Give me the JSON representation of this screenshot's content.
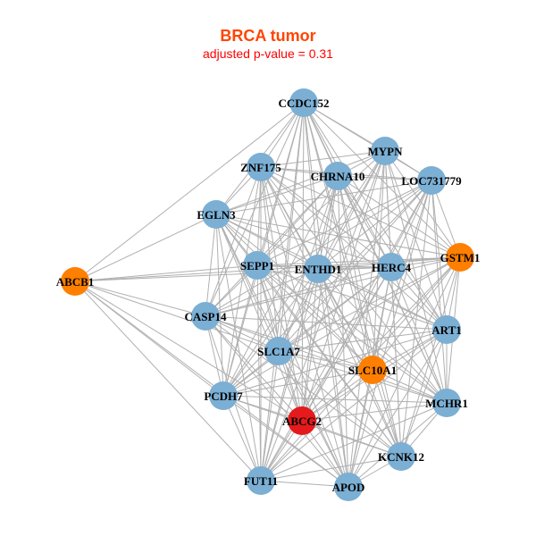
{
  "title": "BRCA tumor",
  "subtitle": "adjusted p-value = 0.31",
  "colors": {
    "title": "#ff4500",
    "subtitle": "#ff0000",
    "edge": "#b0b0b0",
    "default": "#7bafd4",
    "orange": "#ff7f00",
    "red": "#e41a1c"
  },
  "nodes": [
    {
      "name": "CCDC152",
      "color": "default"
    },
    {
      "name": "MYPN",
      "color": "default"
    },
    {
      "name": "ZNF175",
      "color": "default"
    },
    {
      "name": "CHRNA10",
      "color": "default"
    },
    {
      "name": "LOC731779",
      "color": "default"
    },
    {
      "name": "EGLN3",
      "color": "default"
    },
    {
      "name": "GSTM1",
      "color": "orange"
    },
    {
      "name": "SEPP1",
      "color": "default"
    },
    {
      "name": "ENTHD1",
      "color": "default"
    },
    {
      "name": "HERC4",
      "color": "default"
    },
    {
      "name": "ABCB1",
      "color": "orange"
    },
    {
      "name": "CASP14",
      "color": "default"
    },
    {
      "name": "ART1",
      "color": "default"
    },
    {
      "name": "SLC1A7",
      "color": "default"
    },
    {
      "name": "SLC10A1",
      "color": "orange"
    },
    {
      "name": "PCDH7",
      "color": "default"
    },
    {
      "name": "MCHR1",
      "color": "default"
    },
    {
      "name": "ABCG2",
      "color": "red"
    },
    {
      "name": "KCNK12",
      "color": "default"
    },
    {
      "name": "FUT11",
      "color": "default"
    },
    {
      "name": "APOD",
      "color": "default"
    }
  ],
  "adjacency": {
    "0": [
      1,
      2,
      3,
      4,
      5,
      6,
      7,
      8,
      9,
      10,
      11,
      12,
      13,
      14,
      15,
      16,
      17,
      18,
      19,
      20
    ],
    "1": [
      2,
      3,
      4,
      5,
      6,
      7,
      8,
      9,
      12,
      13,
      14,
      15,
      16,
      17,
      18,
      19,
      20
    ],
    "2": [
      3,
      4,
      5,
      6,
      7,
      8,
      9,
      11,
      12,
      13,
      14,
      15,
      16,
      17,
      18,
      19,
      20
    ],
    "3": [
      4,
      5,
      6,
      7,
      8,
      9,
      11,
      12,
      13,
      14,
      15,
      16,
      17,
      18,
      19,
      20
    ],
    "4": [
      5,
      6,
      7,
      8,
      9,
      11,
      12,
      13,
      14,
      15,
      16,
      17,
      18,
      19,
      20
    ],
    "5": [
      6,
      7,
      8,
      9,
      10,
      11,
      12,
      13,
      14,
      15,
      16,
      17,
      18,
      19,
      20
    ],
    "6": [
      7,
      8,
      9,
      10,
      11,
      12,
      13,
      14,
      15,
      16,
      17,
      18,
      19,
      20
    ],
    "7": [
      8,
      9,
      10,
      11,
      12,
      13,
      14,
      15,
      16,
      17,
      18,
      19,
      20
    ],
    "8": [
      9,
      11,
      12,
      13,
      14,
      15,
      16,
      17,
      18,
      19,
      20
    ],
    "9": [
      10,
      11,
      12,
      13,
      14,
      15,
      16,
      17,
      18,
      19,
      20
    ],
    "10": [
      11,
      13,
      15,
      17,
      19,
      20
    ],
    "11": [
      12,
      13,
      14,
      15,
      16,
      17,
      18,
      19,
      20
    ],
    "12": [
      13,
      14,
      15,
      16,
      17,
      18,
      19,
      20
    ],
    "13": [
      14,
      15,
      16,
      17,
      18,
      19,
      20
    ],
    "14": [
      15,
      16,
      17,
      18,
      19,
      20
    ],
    "15": [
      16,
      17,
      18,
      19,
      20
    ],
    "16": [
      17,
      18,
      19,
      20
    ],
    "17": [
      18,
      19,
      20
    ],
    "18": [
      19,
      20
    ],
    "19": [
      20
    ]
  }
}
